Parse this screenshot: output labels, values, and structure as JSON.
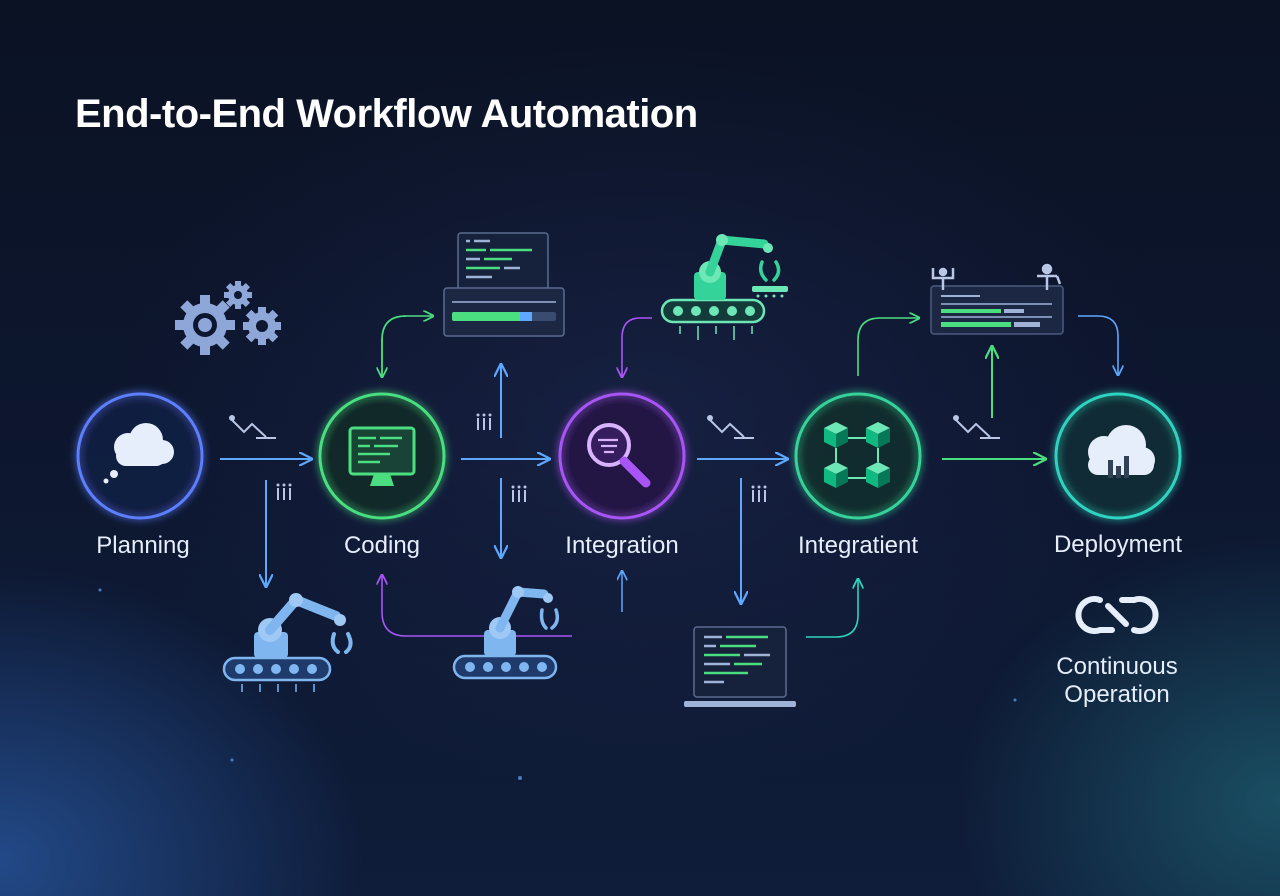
{
  "title": "End-to-End Workflow Automation",
  "stages": [
    {
      "label": "Planning",
      "icon": "cloud-thought-icon",
      "color": "#5b7fff"
    },
    {
      "label": "Coding",
      "icon": "code-monitor-icon",
      "color": "#4ade80"
    },
    {
      "label": "Integration",
      "icon": "magnifier-icon",
      "color": "#a855f7"
    },
    {
      "label": "Integratient",
      "icon": "cubes-icon",
      "color": "#34d399"
    },
    {
      "label": "Deployment",
      "icon": "cloud-chart-icon",
      "color": "#2dd4bf"
    }
  ],
  "continuous": {
    "line1": "Continuous",
    "line2": "Operation",
    "icon": "infinity-link-icon"
  },
  "colors": {
    "blue": "#5ea8ff",
    "green": "#4ade80",
    "purple": "#a855f7",
    "teal": "#2dd4bf",
    "robot": "#7fb6f0"
  }
}
